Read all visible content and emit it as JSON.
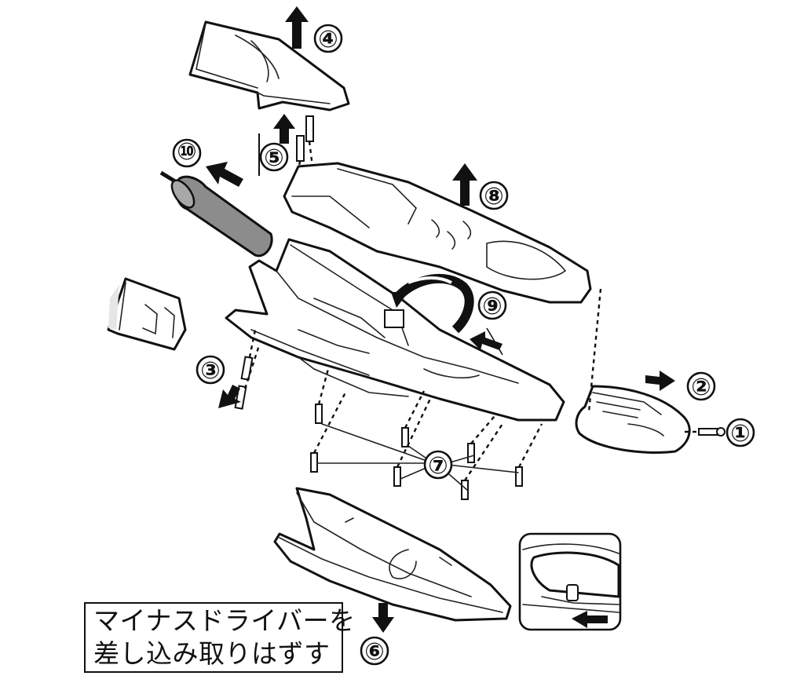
{
  "step_labels": {
    "s1": "①",
    "s2": "②",
    "s3": "③",
    "s4": "④",
    "s5": "⑤",
    "s6": "⑥",
    "s7": "⑦",
    "s8": "⑧",
    "s9": "⑨",
    "s10": "⑩"
  },
  "note": {
    "line1": "マイナスドライバーを",
    "line2": "差し込み取りはずす"
  }
}
